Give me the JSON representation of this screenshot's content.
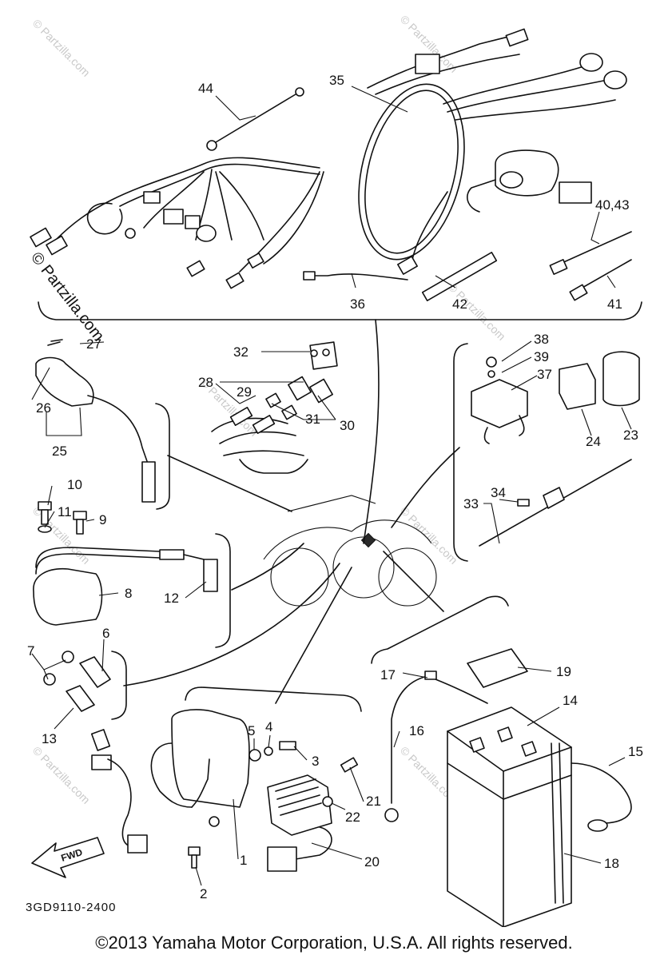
{
  "watermarks": [
    "© Partzilla.com",
    "© Partzilla.com",
    "© Partzilla.com",
    "© Partzilla.com",
    "© Partzilla.com",
    "© Partzilla.com",
    "© Partzilla.com",
    "© Partzilla.com",
    "© Partzilla.com"
  ],
  "diagram_code": "3GD9110-2400",
  "fwd_label": "FWD",
  "callouts": {
    "c1": "1",
    "c2": "2",
    "c3": "3",
    "c4": "4",
    "c5": "5",
    "c6": "6",
    "c7": "7",
    "c8": "8",
    "c9": "9",
    "c10": "10",
    "c11": "11",
    "c12": "12",
    "c13": "13",
    "c14": "14",
    "c15": "15",
    "c16": "16",
    "c17": "17",
    "c18": "18",
    "c19": "19",
    "c20": "20",
    "c21": "21",
    "c22": "22",
    "c23": "23",
    "c24": "24",
    "c25": "25",
    "c26": "26",
    "c27": "27",
    "c28": "28",
    "c29": "29",
    "c30": "30",
    "c31": "31",
    "c32": "32",
    "c33": "33",
    "c34": "34",
    "c35": "35",
    "c36": "36",
    "c37": "37",
    "c38": "38",
    "c39": "39",
    "c4043": "40,43",
    "c41": "41",
    "c42": "42",
    "c44": "44"
  },
  "copyright": "©2013 Yamaha Motor Corporation, U.S.A. All rights reserved."
}
